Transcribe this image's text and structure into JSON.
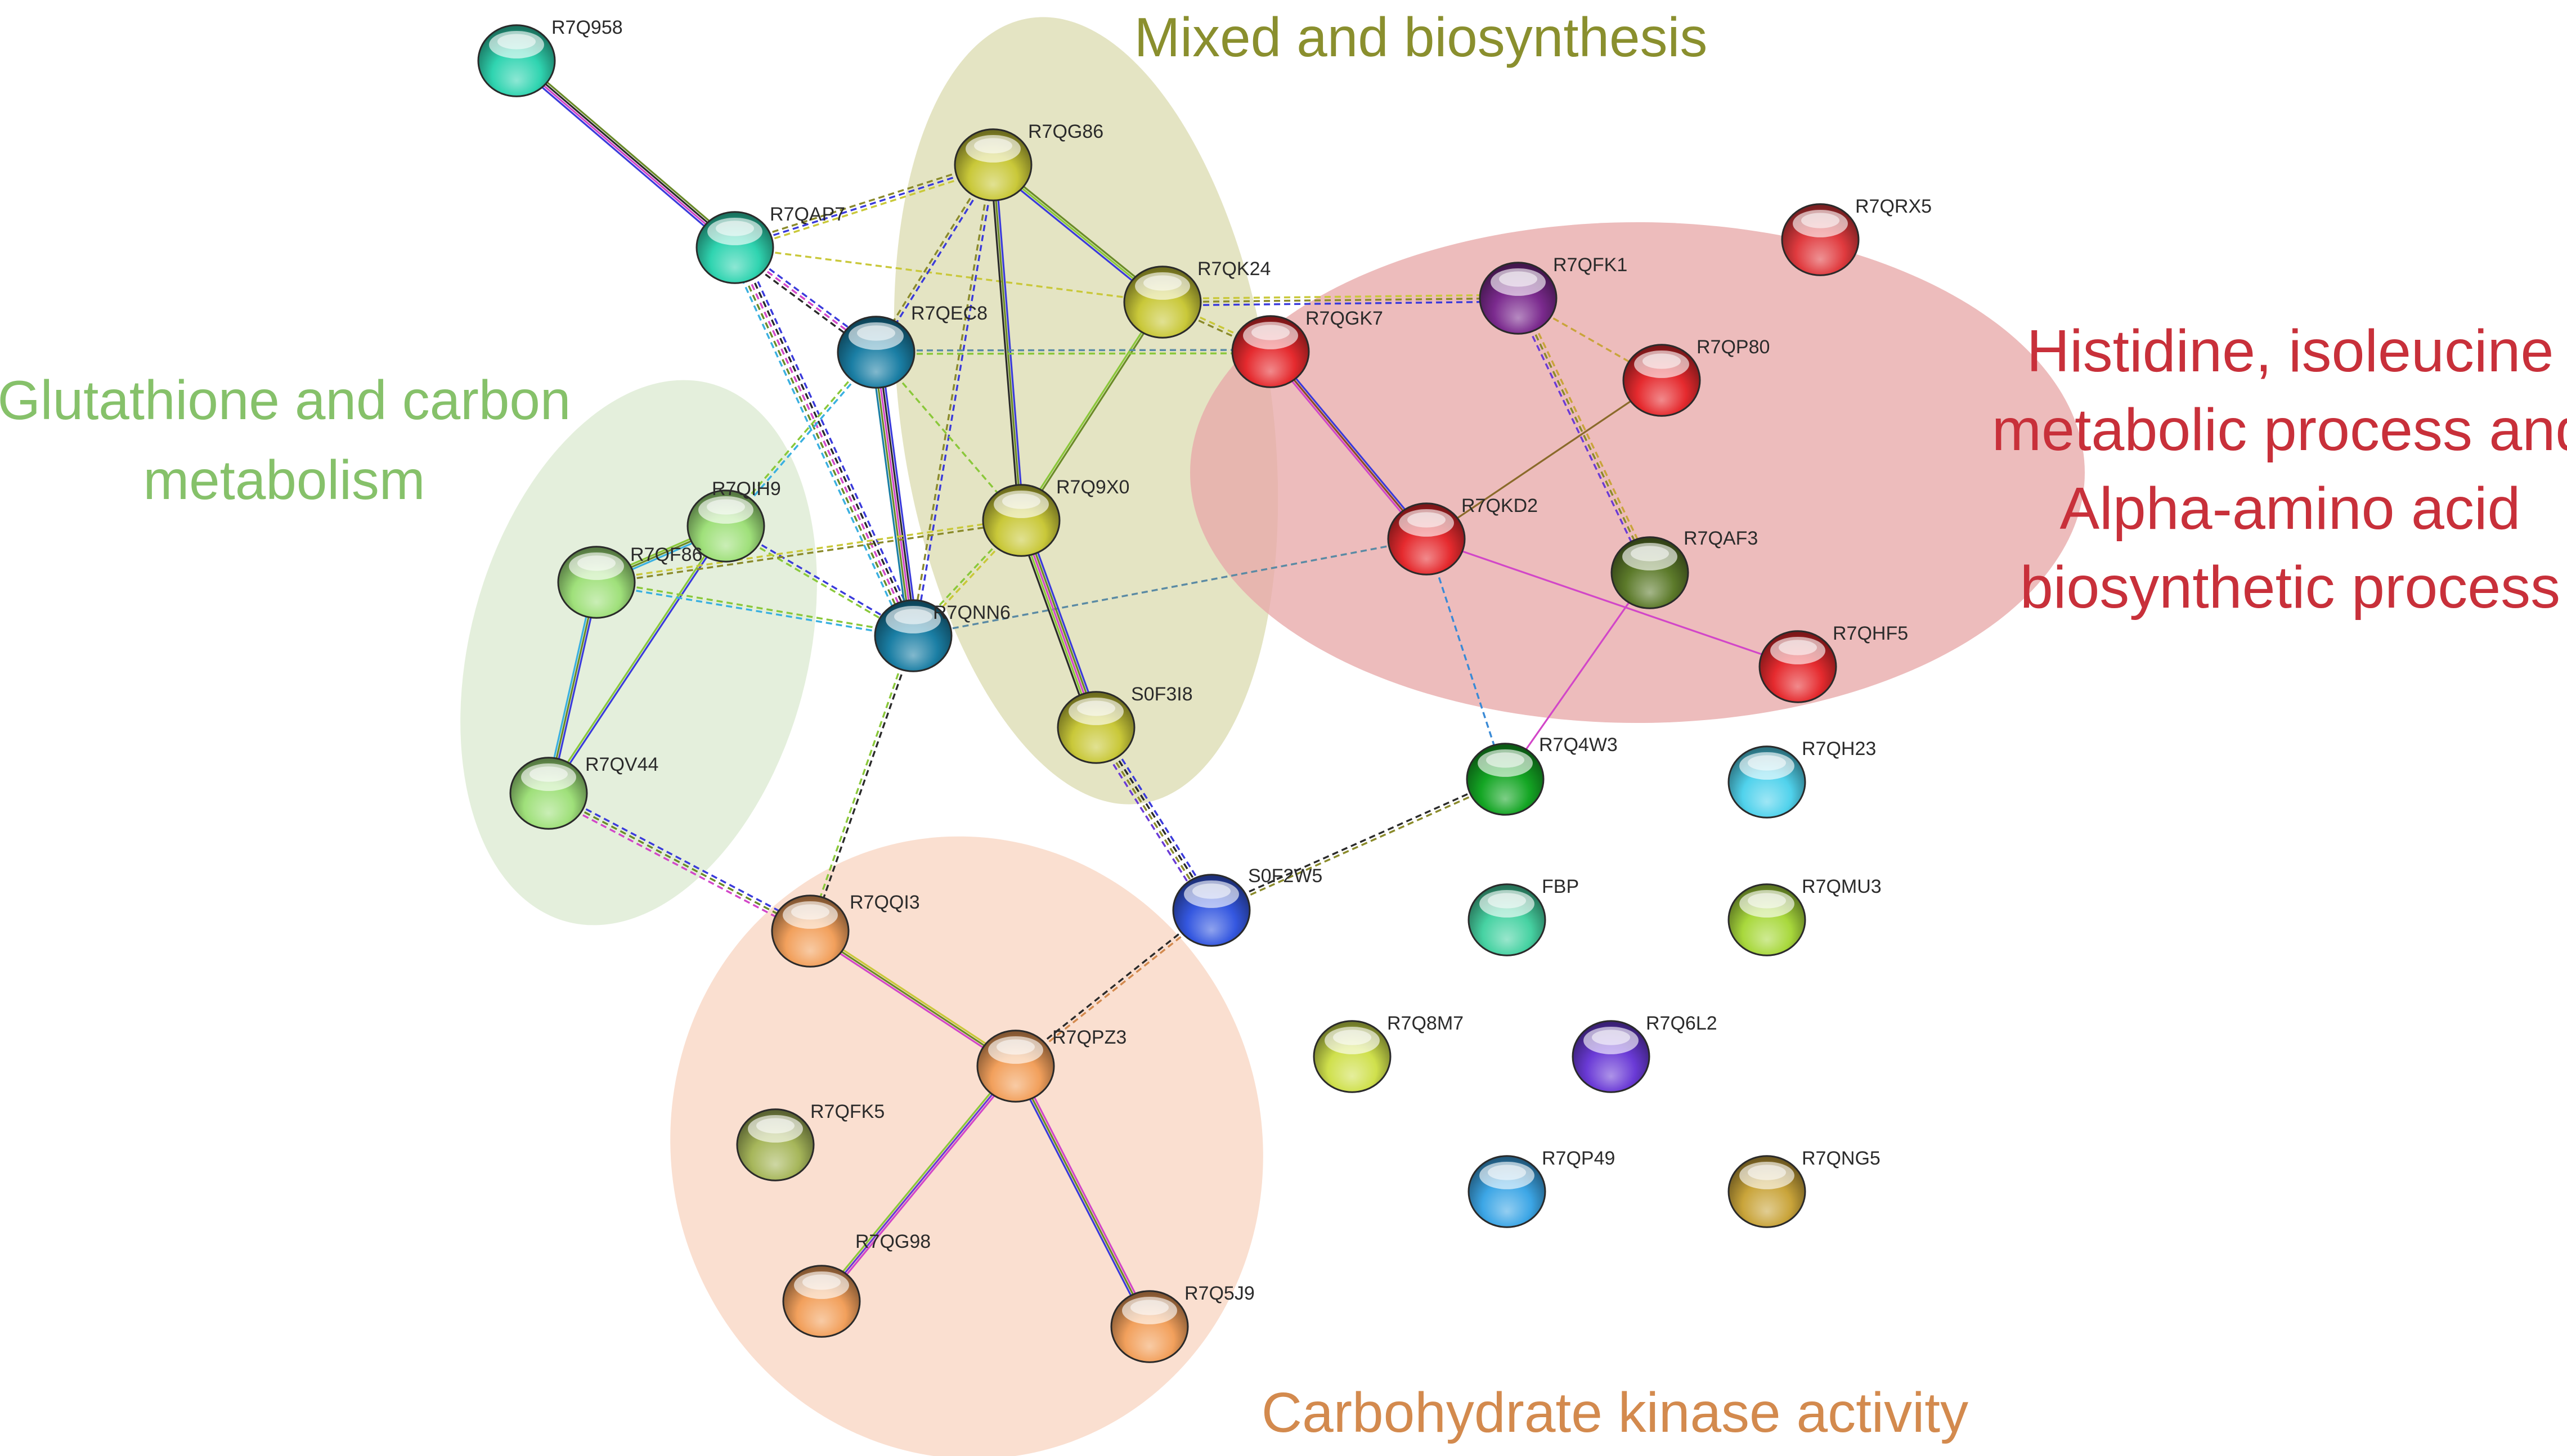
{
  "clusters": [
    {
      "id": "mixed",
      "title_lines": [
        "Mixed and biosynthesis"
      ],
      "fill": "#dcdcb2",
      "text_color": "#8a8f2e"
    },
    {
      "id": "glutathione",
      "title_lines": [
        "Glutathione and carbon",
        "metabolism"
      ],
      "fill": "#dcebd2",
      "text_color": "#86c16a"
    },
    {
      "id": "histidine",
      "title_lines": [
        "Histidine, isoleucine",
        "metabolic process and",
        "Alpha-amino acid",
        "biosynthetic process"
      ],
      "fill": "#e8a9a9",
      "text_color": "#c8303a"
    },
    {
      "id": "carbohydrate",
      "title_lines": [
        "Carbohydrate kinase activity"
      ],
      "fill": "#f8d6c3",
      "text_color": "#d38a4e"
    }
  ],
  "nodes": [
    {
      "id": "R7Q958",
      "label": "R7Q958",
      "color": "#2fd4b0"
    },
    {
      "id": "R7QAP7",
      "label": "R7QAP7",
      "color": "#2fd4b0"
    },
    {
      "id": "R7QG86",
      "label": "R7QG86",
      "color": "#c9c839"
    },
    {
      "id": "R7QK24",
      "label": "R7QK24",
      "color": "#c9c839"
    },
    {
      "id": "R7QEC8",
      "label": "R7QEC8",
      "color": "#1a7ea4"
    },
    {
      "id": "R7QFK1",
      "label": "R7QFK1",
      "color": "#7b2a8e"
    },
    {
      "id": "R7QGK7",
      "label": "R7QGK7",
      "color": "#e52a2e"
    },
    {
      "id": "R7QP80",
      "label": "R7QP80",
      "color": "#e52a2e"
    },
    {
      "id": "R7QRX5",
      "label": "R7QRX5",
      "color": "#e03a3e"
    },
    {
      "id": "R7QIH9",
      "label": "R7QIH9",
      "color": "#9fe07a"
    },
    {
      "id": "R7QF86",
      "label": "R7QF86",
      "color": "#9fe07a"
    },
    {
      "id": "R7Q9X0",
      "label": "R7Q9X0",
      "color": "#c9c839"
    },
    {
      "id": "R7QKD2",
      "label": "R7QKD2",
      "color": "#e52a2e"
    },
    {
      "id": "R7QAF3",
      "label": "R7QAF3",
      "color": "#5c7a2a"
    },
    {
      "id": "R7QNN6",
      "label": "R7QNN6",
      "color": "#1a7ea4"
    },
    {
      "id": "R7QHF5",
      "label": "R7QHF5",
      "color": "#e52a2e"
    },
    {
      "id": "S0F3I8",
      "label": "S0F3I8",
      "color": "#c9c839"
    },
    {
      "id": "R7QV44",
      "label": "R7QV44",
      "color": "#9fe07a"
    },
    {
      "id": "R7Q4W3",
      "label": "R7Q4W3",
      "color": "#14a624"
    },
    {
      "id": "R7QH23",
      "label": "R7QH23",
      "color": "#50d2ec"
    },
    {
      "id": "S0F2W5",
      "label": "S0F2W5",
      "color": "#3457e0"
    },
    {
      "id": "FBP",
      "label": "FBP",
      "color": "#46d2a2"
    },
    {
      "id": "R7QMU3",
      "label": "R7QMU3",
      "color": "#a8d83c"
    },
    {
      "id": "R7QQI3",
      "label": "R7QQI3",
      "color": "#f2a05c"
    },
    {
      "id": "R7QPZ3",
      "label": "R7QPZ3",
      "color": "#f2a05c"
    },
    {
      "id": "R7Q8M7",
      "label": "R7Q8M7",
      "color": "#cfe04c"
    },
    {
      "id": "R7Q6L2",
      "label": "R7Q6L2",
      "color": "#6a3ad6"
    },
    {
      "id": "R7QFK5",
      "label": "R7QFK5",
      "color": "#a6b65a"
    },
    {
      "id": "R7QP49",
      "label": "R7QP49",
      "color": "#3ca6e6"
    },
    {
      "id": "R7QNG5",
      "label": "R7QNG5",
      "color": "#c9a43a"
    },
    {
      "id": "R7QG98",
      "label": "R7QG98",
      "color": "#f2a05c"
    },
    {
      "id": "R7Q5J9",
      "label": "R7Q5J9",
      "color": "#f2a05c"
    }
  ],
  "edges": [
    {
      "a": "R7Q958",
      "b": "R7QAP7",
      "colors": [
        "#6a8a28",
        "#2a2a2a",
        "#d246c8",
        "#3a3adb"
      ],
      "style": "solid"
    },
    {
      "a": "R7QAP7",
      "b": "R7QG86",
      "colors": [
        "#8a8a2a",
        "#3a3adb",
        "#c9c839"
      ],
      "style": "dashed"
    },
    {
      "a": "R7QAP7",
      "b": "R7QEC8",
      "colors": [
        "#3a3adb",
        "#d246c8",
        "#2a2a2a"
      ],
      "style": "dashed"
    },
    {
      "a": "R7QAP7",
      "b": "R7QNN6",
      "colors": [
        "#3a3adb",
        "#2a2a2a",
        "#d246c8",
        "#6a8a28",
        "#3ab0e0"
      ],
      "style": "dashed"
    },
    {
      "a": "R7QAP7",
      "b": "R7QK24",
      "colors": [
        "#c9c839"
      ],
      "style": "dashed"
    },
    {
      "a": "R7QG86",
      "b": "R7QK24",
      "colors": [
        "#6a8a28",
        "#8ac83a",
        "#3a3adb"
      ],
      "style": "solid"
    },
    {
      "a": "R7QG86",
      "b": "R7Q9X0",
      "colors": [
        "#3a3adb",
        "#6a8a28",
        "#2a2a2a"
      ],
      "style": "solid"
    },
    {
      "a": "R7QG86",
      "b": "R7QEC8",
      "colors": [
        "#3a3adb",
        "#8a8a2a"
      ],
      "style": "dashed"
    },
    {
      "a": "R7QG86",
      "b": "R7QNN6",
      "colors": [
        "#3a3adb",
        "#8a8a2a"
      ],
      "style": "dashed"
    },
    {
      "a": "R7QK24",
      "b": "R7Q9X0",
      "colors": [
        "#6a8a28",
        "#8ac83a"
      ],
      "style": "solid"
    },
    {
      "a": "R7QK24",
      "b": "R7QFK1",
      "colors": [
        "#c9c839",
        "#8a8a2a",
        "#3a3adb"
      ],
      "style": "dashed"
    },
    {
      "a": "R7QK24",
      "b": "R7QGK7",
      "colors": [
        "#c9c839",
        "#8a8a2a"
      ],
      "style": "dashed"
    },
    {
      "a": "R7QEC8",
      "b": "R7QNN6",
      "colors": [
        "#3a3adb",
        "#2a2a2a",
        "#d246c8",
        "#6a8a28",
        "#1a7ea4"
      ],
      "style": "solid"
    },
    {
      "a": "R7QEC8",
      "b": "R7QIH9",
      "colors": [
        "#3ab0e0",
        "#8ac83a"
      ],
      "style": "dashed"
    },
    {
      "a": "R7QEC8",
      "b": "R7QGK7",
      "colors": [
        "#5a8aa4",
        "#8ac83a"
      ],
      "style": "dashed"
    },
    {
      "a": "R7QEC8",
      "b": "R7Q9X0",
      "colors": [
        "#8ac83a"
      ],
      "style": "dashed"
    },
    {
      "a": "R7QFK1",
      "b": "R7QP80",
      "colors": [
        "#c9a43a"
      ],
      "style": "dashed"
    },
    {
      "a": "R7QFK1",
      "b": "R7QAF3",
      "colors": [
        "#c9a43a",
        "#8a8a2a",
        "#6a3ad6"
      ],
      "style": "dashed"
    },
    {
      "a": "R7QGK7",
      "b": "R7QKD2",
      "colors": [
        "#3a3adb",
        "#8a4a2a",
        "#d246c8"
      ],
      "style": "solid"
    },
    {
      "a": "R7QP80",
      "b": "R7QKD2",
      "colors": [
        "#8a6a2a"
      ],
      "style": "solid"
    },
    {
      "a": "R7QKD2",
      "b": "R7QHF5",
      "colors": [
        "#d246c8"
      ],
      "style": "solid"
    },
    {
      "a": "R7QKD2",
      "b": "R7QNN6",
      "colors": [
        "#5a8aa4"
      ],
      "style": "dashed"
    },
    {
      "a": "R7QKD2",
      "b": "R7Q4W3",
      "colors": [
        "#3a8ad6"
      ],
      "style": "dashed"
    },
    {
      "a": "R7QAF3",
      "b": "R7Q4W3",
      "colors": [
        "#d246c8"
      ],
      "style": "solid"
    },
    {
      "a": "R7QIH9",
      "b": "R7QF86",
      "colors": [
        "#3ab0e0",
        "#6a8a28",
        "#8ac83a"
      ],
      "style": "solid"
    },
    {
      "a": "R7QIH9",
      "b": "R7QV44",
      "colors": [
        "#3a3adb",
        "#8ac83a"
      ],
      "style": "solid"
    },
    {
      "a": "R7QIH9",
      "b": "R7QNN6",
      "colors": [
        "#3a3adb",
        "#8ac83a"
      ],
      "style": "dashed"
    },
    {
      "a": "R7QF86",
      "b": "R7QV44",
      "colors": [
        "#3a3adb",
        "#6a8a28",
        "#3ab0e0"
      ],
      "style": "solid"
    },
    {
      "a": "R7QF86",
      "b": "R7QNN6",
      "colors": [
        "#8ac83a",
        "#3ab0e0"
      ],
      "style": "dashed"
    },
    {
      "a": "R7QF86",
      "b": "R7Q9X0",
      "colors": [
        "#c9c839",
        "#8a8a2a"
      ],
      "style": "dashed"
    },
    {
      "a": "R7Q9X0",
      "b": "S0F3I8",
      "colors": [
        "#3a3adb",
        "#6a8a28",
        "#d246c8",
        "#8ac83a",
        "#2a2a2a"
      ],
      "style": "solid"
    },
    {
      "a": "R7Q9X0",
      "b": "R7QNN6",
      "colors": [
        "#c9c839",
        "#8ac83a"
      ],
      "style": "dashed"
    },
    {
      "a": "S0F3I8",
      "b": "S0F2W5",
      "colors": [
        "#3a3adb",
        "#2a2a2a",
        "#8a8a2a",
        "#6a3ad6"
      ],
      "style": "dashed"
    },
    {
      "a": "R7QV44",
      "b": "R7QQI3",
      "colors": [
        "#3a3adb",
        "#6a8a28",
        "#d246c8"
      ],
      "style": "dashed"
    },
    {
      "a": "R7QNN6",
      "b": "R7QQI3",
      "colors": [
        "#2a2a2a",
        "#8ac83a"
      ],
      "style": "dashed"
    },
    {
      "a": "R7Q4W3",
      "b": "S0F2W5",
      "colors": [
        "#8a8a2a",
        "#2a2a2a"
      ],
      "style": "dashed"
    },
    {
      "a": "S0F2W5",
      "b": "R7QPZ3",
      "colors": [
        "#d38a4e",
        "#2a2a2a"
      ],
      "style": "dashed"
    },
    {
      "a": "R7QQI3",
      "b": "R7QPZ3",
      "colors": [
        "#c9c839",
        "#6a8a28",
        "#d246c8"
      ],
      "style": "solid"
    },
    {
      "a": "R7QPZ3",
      "b": "R7QG98",
      "colors": [
        "#d246c8",
        "#6a3ad6",
        "#8ac83a"
      ],
      "style": "solid"
    },
    {
      "a": "R7QPZ3",
      "b": "R7Q5J9",
      "colors": [
        "#d246c8",
        "#6a8a28",
        "#3a3adb"
      ],
      "style": "solid"
    }
  ]
}
